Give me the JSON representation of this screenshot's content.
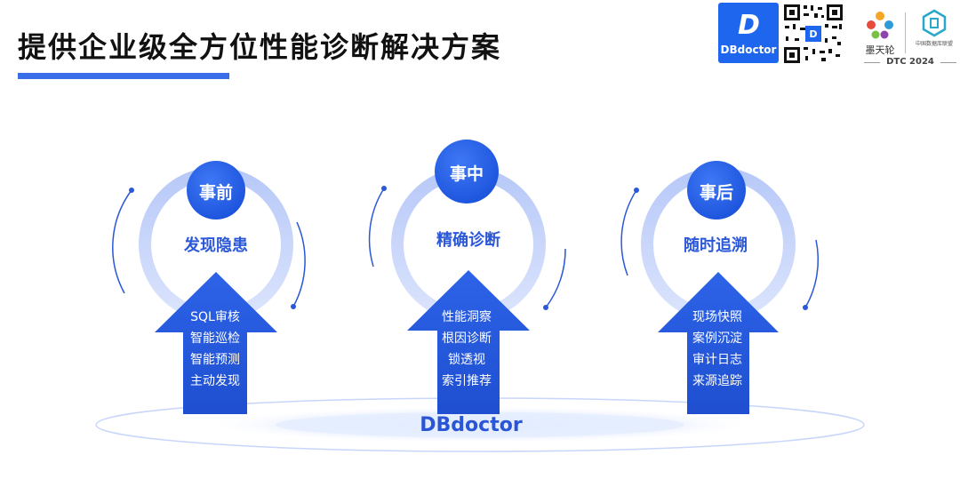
{
  "title": "提供企业级全方位性能诊断解决方案",
  "logo_dbdoctor": "DBdoctor",
  "logo_tianlun": "墨天轮",
  "logo_union": "中国数据库联盟",
  "event": "DTC 2024",
  "center_label": "DBdoctor",
  "colors": {
    "accent": "#2a58d8",
    "badge": "#1f5de6",
    "arrow": "#2459e0"
  },
  "pillars": [
    {
      "badge": "事前",
      "stage": "发现隐患",
      "items": [
        "SQL审核",
        "智能巡检",
        "智能预测",
        "主动发现"
      ]
    },
    {
      "badge": "事中",
      "stage": "精确诊断",
      "items": [
        "性能洞察",
        "根因诊断",
        "锁透视",
        "索引推荐"
      ]
    },
    {
      "badge": "事后",
      "stage": "随时追溯",
      "items": [
        "现场快照",
        "案例沉淀",
        "审计日志",
        "来源追踪"
      ]
    }
  ]
}
